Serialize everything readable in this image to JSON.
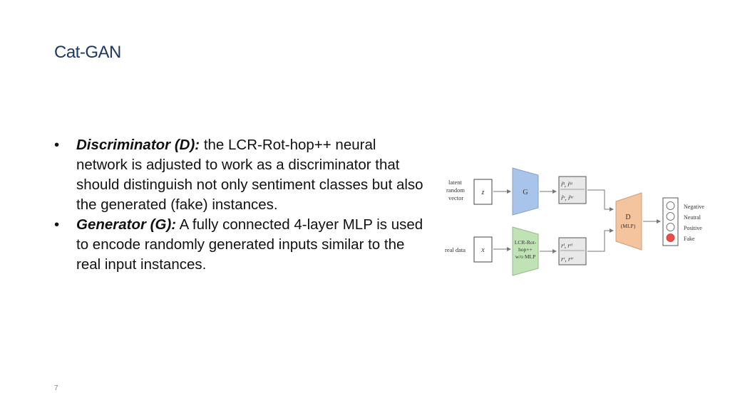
{
  "slide": {
    "title": "Cat-GAN",
    "page_number": "7",
    "bullets": [
      {
        "label": "Discriminator (D):",
        "text": " the LCR-Rot-hop++ neural network is adjusted to work as a discriminator that should distinguish not only sentiment classes but also the generated (fake) instances."
      },
      {
        "label": "Generator (G):",
        "text": " A fully connected 4-layer MLP is used to encode randomly generated inputs similar to the real input instances."
      }
    ]
  },
  "diagram": {
    "latent_label": [
      "latent",
      "random",
      "vector"
    ],
    "real_label": "real data",
    "z": "z",
    "x": "x",
    "g": "G",
    "lcr": [
      "LCR-Rot-",
      "hop++",
      "w/o MLP"
    ],
    "d": "D",
    "d_sub": "(MLP)",
    "classes": [
      "Negative",
      "Neutral",
      "Positive",
      "Fake"
    ],
    "colors": {
      "title": "#1f3864",
      "g_fill": "#a9c4eb",
      "lcr_fill": "#bfe3b4",
      "fake": "#f04b4b"
    }
  }
}
